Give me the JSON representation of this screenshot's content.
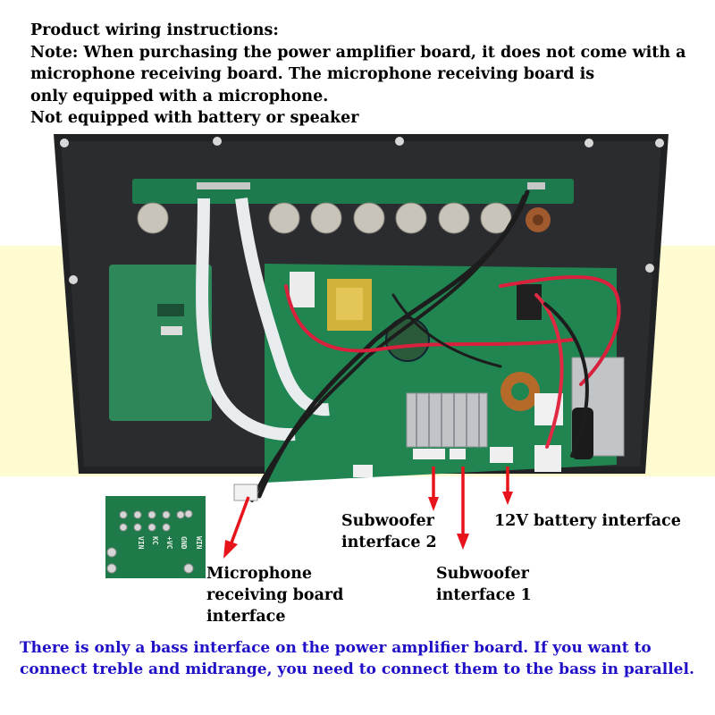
{
  "header": {
    "lines": [
      "Product wiring instructions:",
      "Note: When purchasing the power amplifier board, it does not come with a",
      "microphone receiving board. The microphone receiving board is",
      "only equipped with a microphone.",
      "Not equipped with battery or speaker"
    ]
  },
  "callouts": {
    "subwoofer_2": [
      "Subwoofer",
      "interface 2"
    ],
    "battery": "12V battery interface",
    "subwoofer_1": [
      "Subwoofer",
      "interface 1"
    ],
    "microphone": [
      "Microphone",
      "receiving board",
      "interface"
    ]
  },
  "inset": {
    "pin_labels": [
      "WIN",
      "GND",
      "+VC",
      "KC",
      "VIN"
    ]
  },
  "footer": {
    "lines": [
      "There is only a bass interface on the power amplifier board. If you want to",
      "connect treble and midrange, you need to connect them to the bass in parallel."
    ]
  },
  "colors": {
    "background_band": "#fffbd0",
    "arrow": "#e8141c",
    "footer_text": "#1f10c8",
    "pcb": "#1c7a4c",
    "plate": "#202224"
  }
}
